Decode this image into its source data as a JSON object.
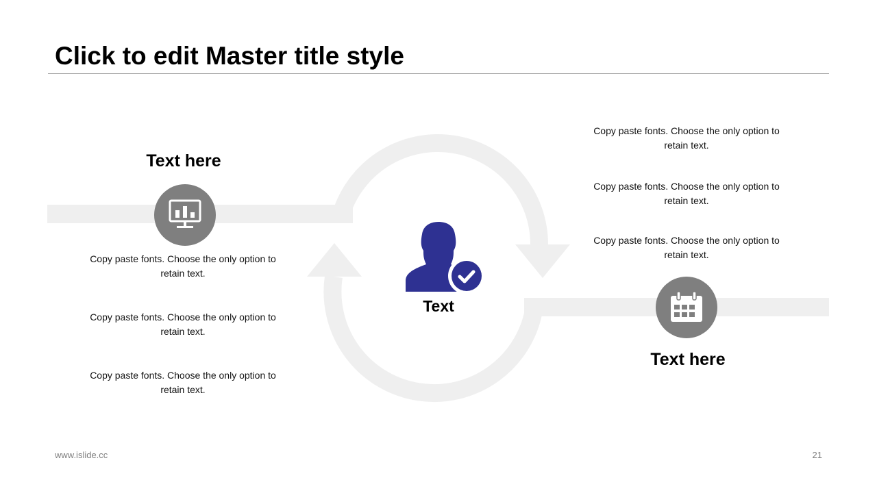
{
  "slide": {
    "title": "Click to edit Master title style",
    "accent_color": "#2e3192",
    "icon_circle_color": "#7f7f7f",
    "band_color": "#efefef"
  },
  "left_block": {
    "heading": "Text here",
    "icon": "presentation-chart-icon",
    "paragraphs": [
      "Copy paste fonts. Choose the only option to retain text.",
      "Copy paste fonts. Choose the only option to retain text.",
      "Copy paste fonts. Choose the only option to retain text."
    ]
  },
  "center": {
    "icon": "user-verified-icon",
    "label": "Text"
  },
  "right_block": {
    "heading": "Text here",
    "icon": "calendar-icon",
    "paragraphs": [
      "Copy paste fonts. Choose the only option to retain text.",
      "Copy paste fonts. Choose the only option to retain text.",
      "Copy paste fonts. Choose the only option to retain text."
    ]
  },
  "footer": {
    "website": "www.islide.cc",
    "page_number": "21"
  }
}
